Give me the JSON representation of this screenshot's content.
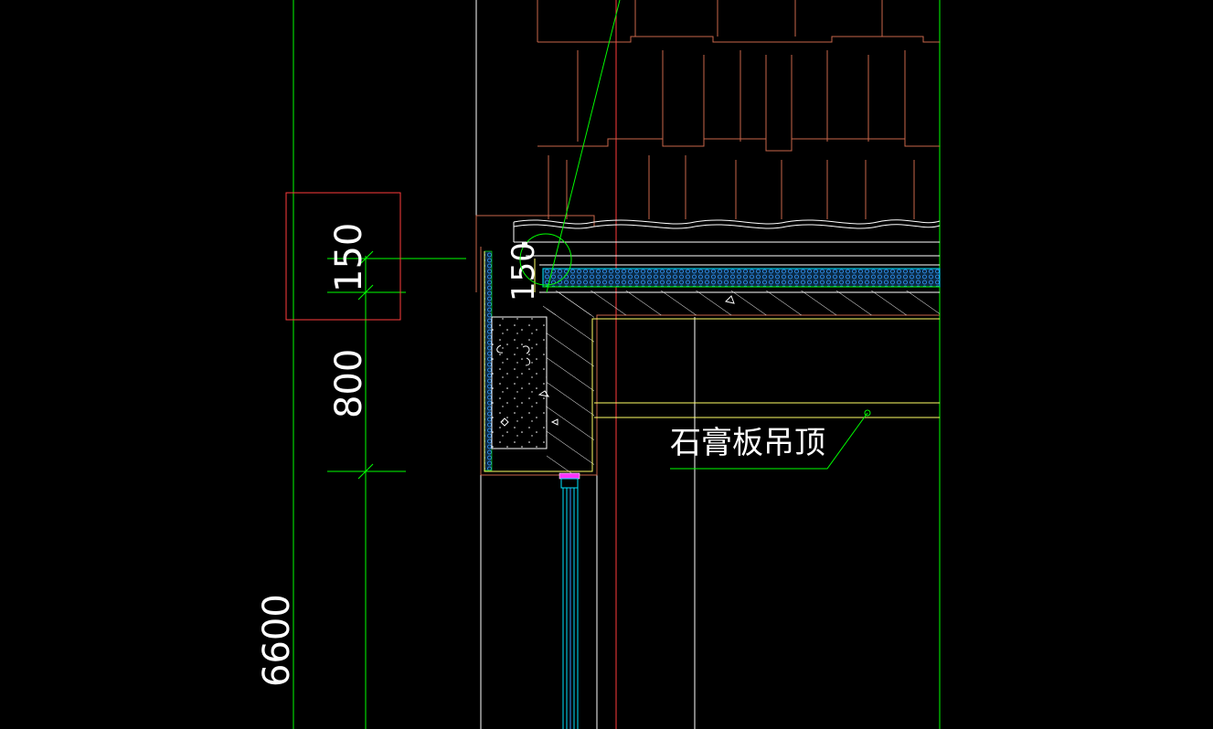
{
  "drawing": {
    "dimensions": {
      "d150": "150",
      "d800": "800",
      "d6600": "6600",
      "d150_small": "150"
    },
    "annotation": {
      "ceiling_label": "石膏板吊顶"
    },
    "colors": {
      "background": "#000000",
      "green": "#00ff00",
      "red": "#ff3b3b",
      "brown": "#c8664a",
      "white": "#ffffff",
      "yellow": "#ffff66",
      "cyan": "#00e5ff",
      "blue": "#3399ff",
      "magenta": "#ff33ff",
      "gray": "#aaaaaa"
    }
  }
}
